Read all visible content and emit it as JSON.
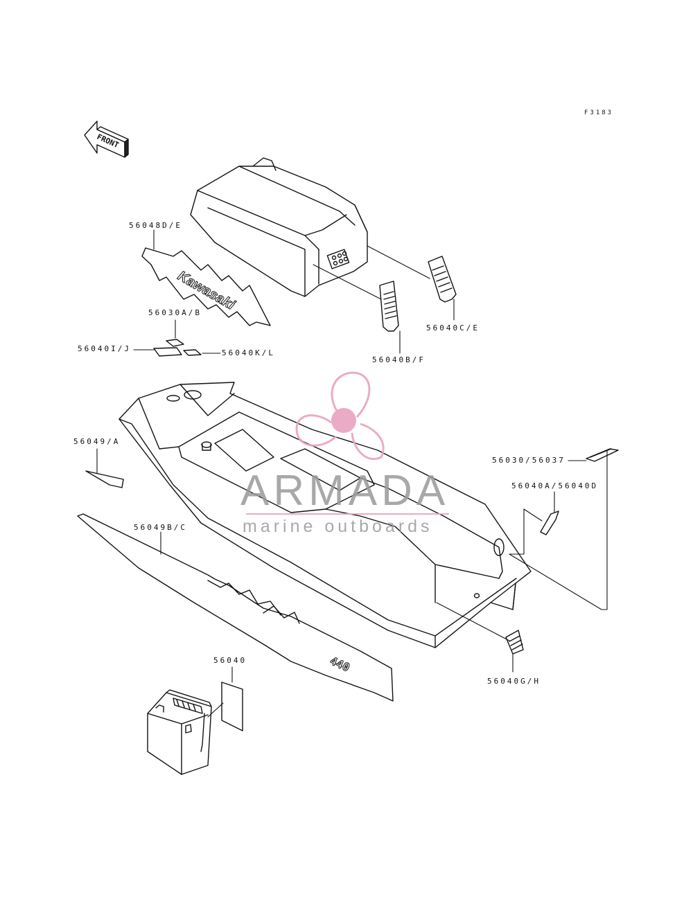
{
  "figure_id": "F3183",
  "front_label": "FRONT",
  "decal_brand_text": "Kawasaki",
  "hull_graphic_text": "440",
  "parts": {
    "p_56048": "56048D/E",
    "p_56030ab": "56030A/B",
    "p_56040ij": "56040I/J",
    "p_56040kl": "56040K/L",
    "p_56040ce": "56040C/E",
    "p_56040bf": "56040B/F",
    "p_56049a": "56049/A",
    "p_56030_37": "56030/56037",
    "p_56040ad": "56040A/56040D",
    "p_56049bc": "56049B/C",
    "p_56040gh": "56040G/H",
    "p_56040": "56040"
  },
  "watermark": {
    "brand": "ARMADA",
    "tagline": "marine outboards",
    "accent_color": "#e8a3c0",
    "text_color": "#9a9a9a"
  },
  "colors": {
    "line": "#111111",
    "background": "#ffffff"
  }
}
